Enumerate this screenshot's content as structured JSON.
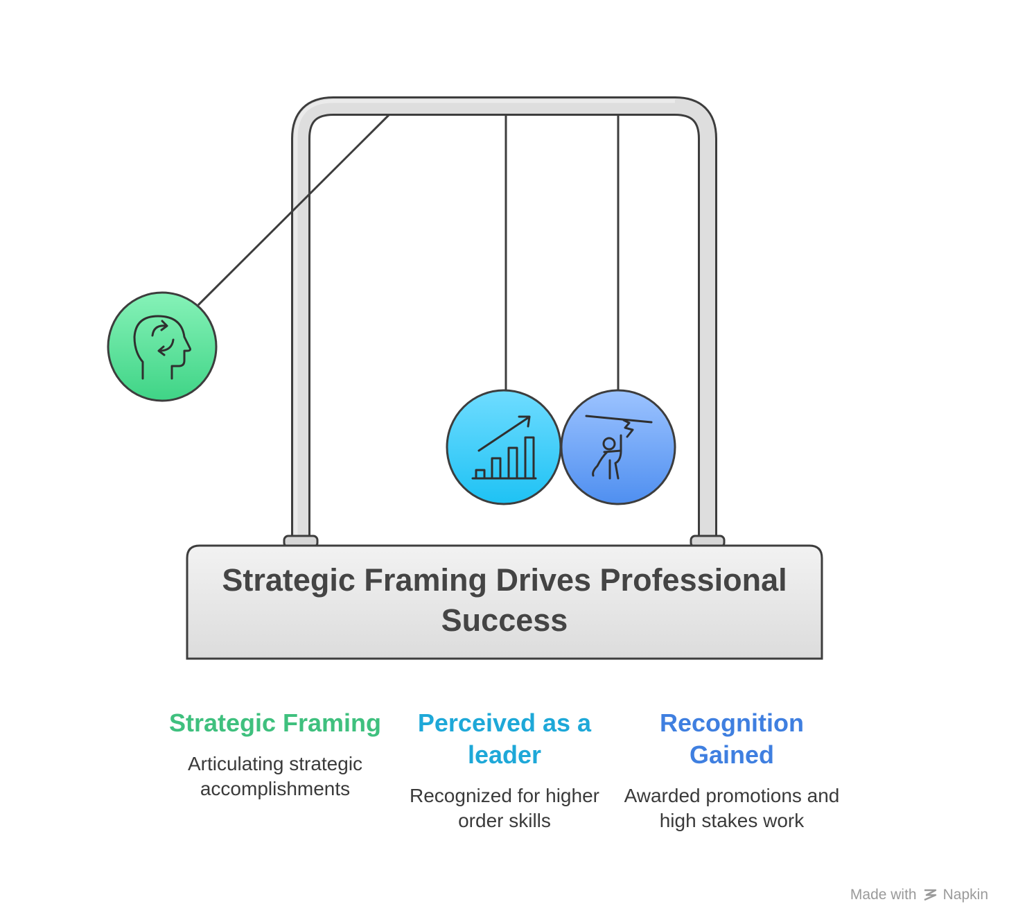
{
  "diagram": {
    "title": "Strategic Framing Drives Professional Success",
    "balls": [
      {
        "icon": "head-cycle-icon",
        "gradient_top": "#86f2b8",
        "gradient_bottom": "#3fd486"
      },
      {
        "icon": "growth-chart-icon",
        "gradient_top": "#6fdcff",
        "gradient_bottom": "#1ec2f4"
      },
      {
        "icon": "climber-icon",
        "gradient_top": "#9cc3ff",
        "gradient_bottom": "#4f8ff0"
      }
    ],
    "columns": [
      {
        "title": "Strategic Framing",
        "description": "Articulating strategic accomplishments",
        "color": "#3fc07e"
      },
      {
        "title": "Perceived as a leader",
        "description": "Recognized for higher order skills",
        "color": "#1ea8d8"
      },
      {
        "title": "Recognition Gained",
        "description": "Awarded promotions and high stakes work",
        "color": "#3f7fe0"
      }
    ]
  },
  "watermark": {
    "text": "Made with",
    "brand": "Napkin",
    "icon": "napkin-logo-icon"
  }
}
